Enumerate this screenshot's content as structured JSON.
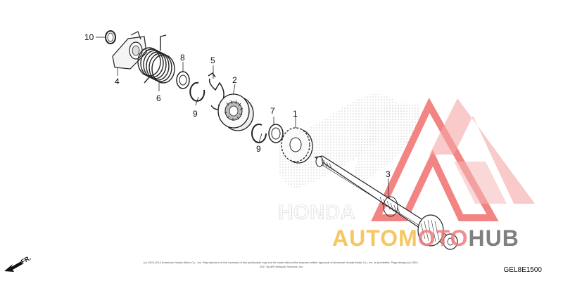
{
  "callouts": {
    "p1": "1",
    "p2": "2",
    "p3": "3",
    "p4": "4",
    "p5": "5",
    "p6": "6",
    "p7": "7",
    "p8": "8",
    "p9a": "9",
    "p9b": "9",
    "p10": "10"
  },
  "copyright_text": "(c) 2003-2013 American Honda Motor Co., Inc. Reproduction of the contents of this publication may not be made without the express written approval of American Honda Motor Co., Inc. is prohibited. Page design (c) 2004 - 2017 by ARI Network Services, Inc.",
  "diagram_code": "GEL8E1500",
  "direction_label": "FR.",
  "brand_watermark": "HONDA",
  "site_watermark": {
    "part1": "AUTOM",
    "part2": "OTO",
    "part3": "HUB",
    "color_yellow": "#f6c45a",
    "color_red": "#f07b7b",
    "color_gray": "#7a7a7a"
  }
}
